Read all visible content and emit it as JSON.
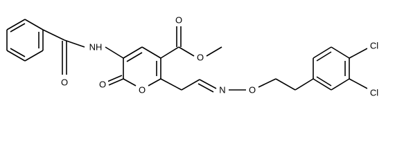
{
  "structure": {
    "atom_labels": {
      "nh": "NH",
      "amide_o": "O",
      "ester_carbonyl_o": "O",
      "ester_o": "O",
      "lactone_carbonyl_o": "O",
      "ring_o": "O",
      "oxime_n": "N",
      "oxime_o": "O",
      "cl_para": "Cl",
      "cl_meta": "Cl"
    },
    "colors": {
      "bond": "#000000",
      "label": "#000000",
      "background": "#ffffff"
    }
  }
}
